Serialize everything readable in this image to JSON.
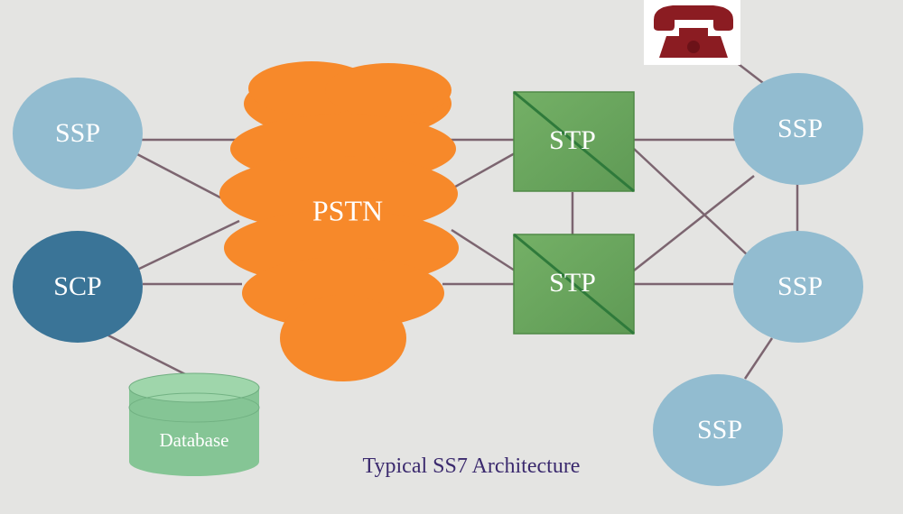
{
  "diagram": {
    "caption": "Typical SS7 Architecture",
    "nodes": {
      "ssp_left": "SSP",
      "scp_left": "SCP",
      "database": "Database",
      "pstn": "PSTN",
      "stp_top": "STP",
      "stp_bottom": "STP",
      "ssp_right_top": "SSP",
      "ssp_right_middle": "SSP",
      "ssp_right_bottom": "SSP"
    },
    "icons": [
      "telephone-icon"
    ],
    "colors": {
      "ssp": "#92bcd0",
      "scp": "#3a7497",
      "pstn": "#f7892a",
      "stp": "#6aa75e",
      "database": "#85c595",
      "link": "#7c6570",
      "phone": "#8b1c22"
    }
  }
}
